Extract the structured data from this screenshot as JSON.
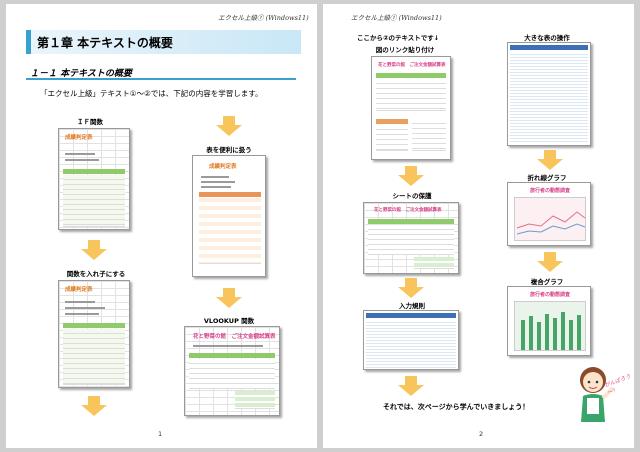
{
  "page1": {
    "header": "エクセル上級① (Windows11)",
    "chapter_title": "第１章 本テキストの概要",
    "section_title": "１－１ 本テキストの概要",
    "intro": "「エクセル上級」テキスト①～②では、下記の内容を学習します。",
    "left_col": {
      "cap1": "ＩＦ関数",
      "cap2": "関数を入れ子にする"
    },
    "right_col": {
      "cap1": "表を便利に扱う",
      "cap2": "VLOOKUP 関数"
    },
    "shots": {
      "if_title": "成績判定表",
      "nest_title": "成績判定表",
      "table_title": "成績判定表",
      "vlookup_title": "花と野菜の館　ご注文金額試算表"
    },
    "page_number": "1"
  },
  "page2": {
    "header": "エクセル上級① (Windows11)",
    "lead": "ここから②のテキストです↓",
    "left_col": {
      "cap1": "図のリンク貼り付け",
      "cap2": "シートの保護",
      "cap3": "入力規則"
    },
    "right_col": {
      "cap1": "大きな表の操作",
      "cap2": "折れ線グラフ",
      "cap3": "複合グラフ"
    },
    "shots": {
      "link_title": "花と野菜の館　ご注文金額試算表",
      "protect_title": "花と野菜の館　ご注文金額試算表",
      "line_title": "旅行者の動態調査",
      "combo_title": "旅行者の動態調査"
    },
    "speech": "がんばろう～！",
    "closing": "それでは、次ページから学んでいきましょう！",
    "page_number": "2"
  },
  "colors": {
    "accent": "#3aa0d0",
    "arrow": "#f7c55c",
    "sheet_green": "#7cbf5a",
    "sheet_blue": "#3b6fb6"
  }
}
